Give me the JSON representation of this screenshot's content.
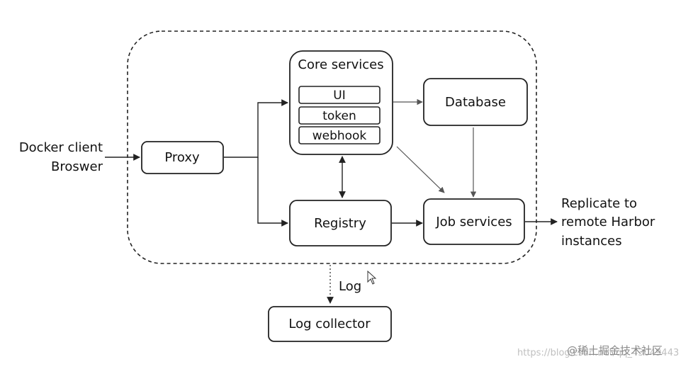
{
  "nodes": {
    "core_services": "Core services",
    "ui": "UI",
    "token": "token",
    "webhook": "webhook",
    "database": "Database",
    "proxy": "Proxy",
    "registry": "Registry",
    "job_services": "Job services",
    "log_collector": "Log collector"
  },
  "external": {
    "client_line1": "Docker client",
    "client_line2": "Broswer",
    "replicate_line1": "Replicate to",
    "replicate_line2": "remote Harbor",
    "replicate_line3": "instances"
  },
  "edge_labels": {
    "log": "Log"
  },
  "watermark": {
    "url": "https://blog.csdn.net/qq_43049443",
    "brand": "@稀土掘金技术社区"
  }
}
